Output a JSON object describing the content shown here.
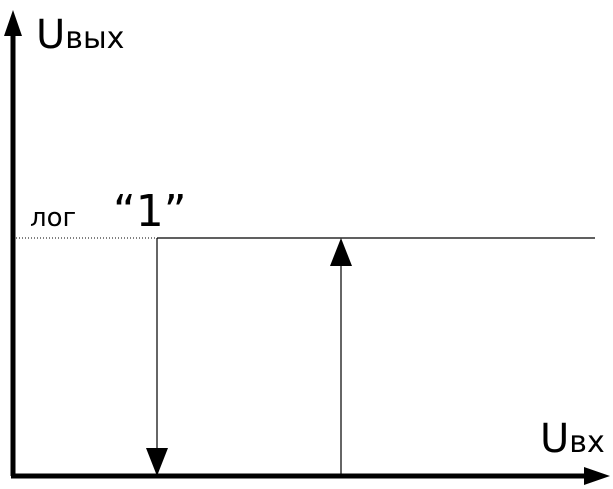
{
  "diagram": {
    "y_axis_label": {
      "main": "U",
      "sub": "вых"
    },
    "x_axis_label": {
      "main": "U",
      "sub": "вх"
    },
    "level_label": {
      "prefix": "лог",
      "value": "“1”"
    }
  },
  "colors": {
    "line": "#000000",
    "background": "#ffffff"
  }
}
